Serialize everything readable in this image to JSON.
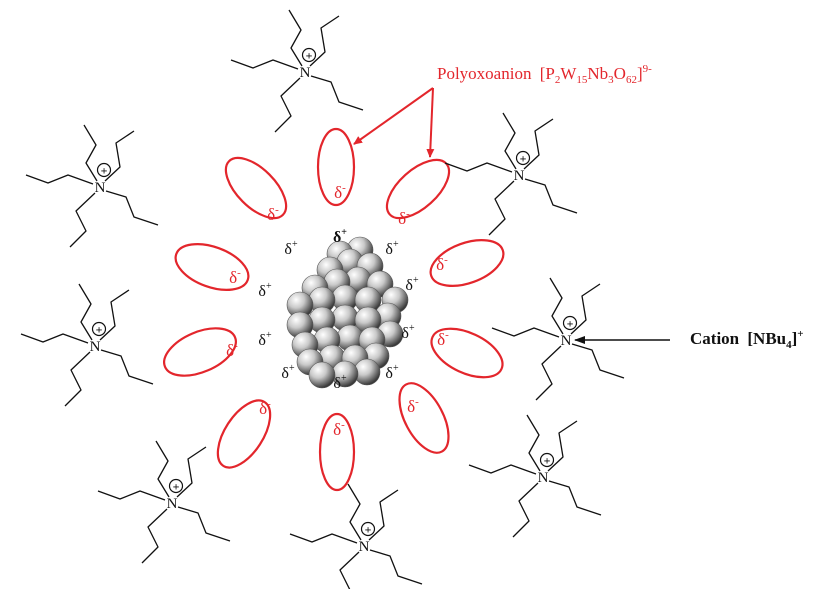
{
  "labels": {
    "polyoxoanion": "Polyoxoanion",
    "polyoxoanion_formula": {
      "open": "[",
      "p": "P",
      "p_sub": "2",
      "w": "W",
      "w_sub": "15",
      "nb": "Nb",
      "nb_sub": "3",
      "o": "O",
      "o_sub": "62",
      "close": "]",
      "charge": "9-"
    },
    "cation": "Cation",
    "cation_formula": {
      "open": "[",
      "body": "NBu",
      "sub": "4",
      "close": "]",
      "charge": "+"
    }
  },
  "symbols": {
    "delta_plus": "δ",
    "plus_sup": "+",
    "delta_minus": "δ",
    "minus_sup": "-",
    "nitrogen": "N",
    "plus_charge": "+"
  },
  "colors": {
    "anion": "#e3262c",
    "ink": "#111111"
  }
}
